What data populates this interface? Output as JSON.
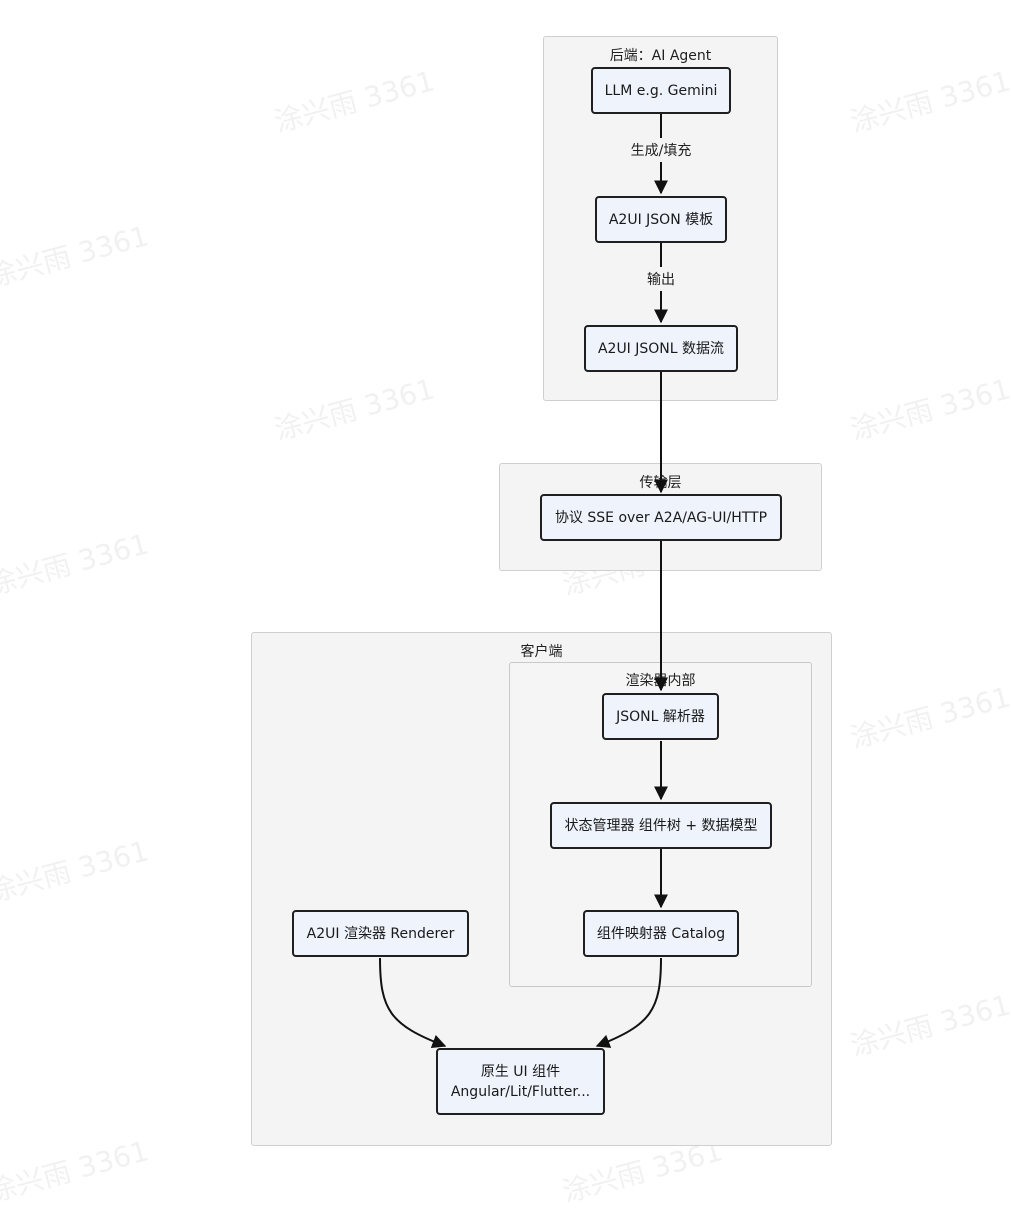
{
  "groups": {
    "backend": {
      "title": "后端：AI Agent"
    },
    "transport": {
      "title": "传输层"
    },
    "client": {
      "title": "客户端"
    },
    "renderer_internal": {
      "title": "渲染器内部"
    }
  },
  "nodes": {
    "llm": {
      "label": "LLM e.g. Gemini"
    },
    "template": {
      "label": "A2UI JSON 模板"
    },
    "stream": {
      "label": "A2UI JSONL 数据流"
    },
    "protocol": {
      "label": "协议 SSE over A2A/AG-UI/HTTP"
    },
    "parser": {
      "label": "JSONL 解析器"
    },
    "state": {
      "label": "状态管理器 组件树 + 数据模型"
    },
    "catalog": {
      "label": "组件映射器 Catalog"
    },
    "renderer": {
      "label": "A2UI 渲染器 Renderer"
    },
    "native": {
      "line1": "原生 UI 组件",
      "line2": "Angular/Lit/Flutter..."
    }
  },
  "edge_labels": {
    "generate": "生成/填充",
    "output": "输出"
  },
  "watermark": "涂兴雨 3361"
}
